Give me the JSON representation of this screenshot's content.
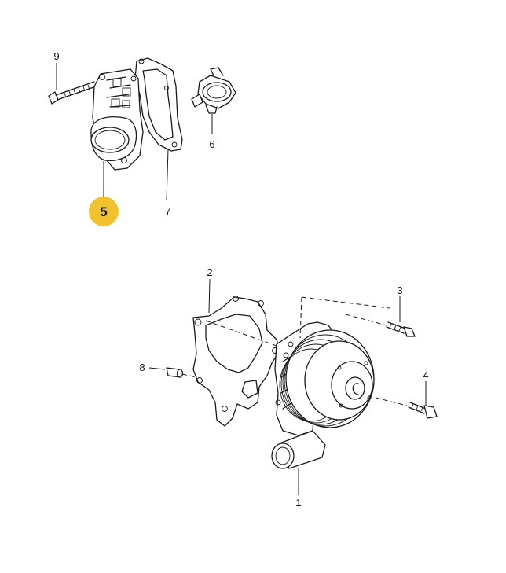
{
  "highlight": {
    "label": "5",
    "color": "#f2c12e"
  },
  "callouts": [
    {
      "id": "callout-1",
      "label": "1"
    },
    {
      "id": "callout-2",
      "label": "2"
    },
    {
      "id": "callout-3",
      "label": "3"
    },
    {
      "id": "callout-4",
      "label": "4"
    },
    {
      "id": "callout-6",
      "label": "6"
    },
    {
      "id": "callout-7",
      "label": "7"
    },
    {
      "id": "callout-8",
      "label": "8"
    },
    {
      "id": "callout-9",
      "label": "9"
    }
  ]
}
